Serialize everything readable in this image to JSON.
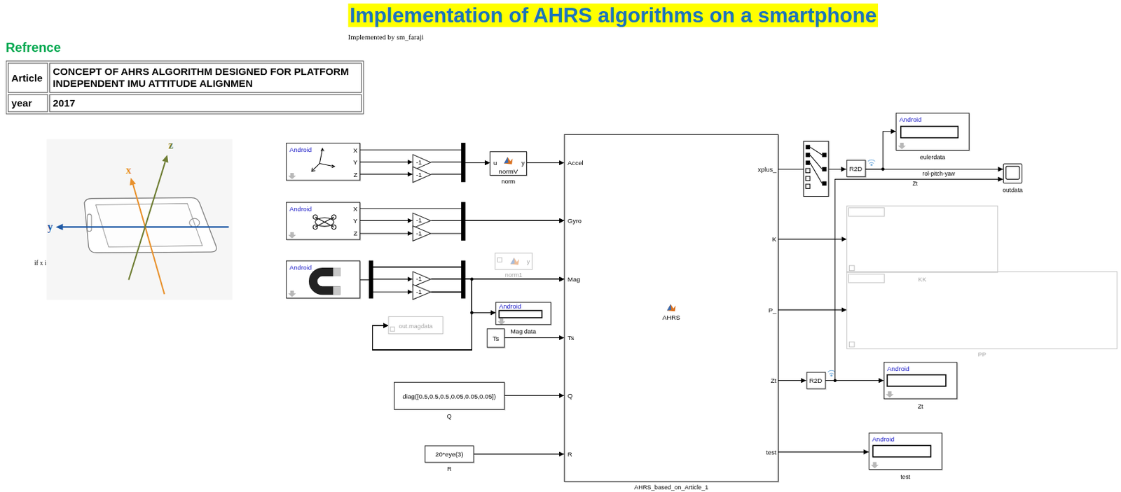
{
  "diagram": {
    "title": "Implementation of AHRS algorithms on a smartphone",
    "nodes": [
      {
        "text": [
          "Android",
          "X",
          "Y",
          "Z"
        ]
      },
      {
        "text": [
          "-1"
        ]
      },
      {
        "text": [
          "-1"
        ]
      },
      {
        "text": [
          "u",
          "y",
          "normV",
          "norm"
        ]
      },
      {
        "text": [
          "Android",
          "X",
          "Y",
          "Z"
        ]
      },
      {
        "text": [
          "-1"
        ]
      },
      {
        "text": [
          "-1"
        ]
      },
      {
        "text": [
          "Android"
        ]
      },
      {
        "text": [
          "-1"
        ]
      },
      {
        "text": [
          "-1"
        ]
      },
      {
        "text": [
          "y",
          "norm1"
        ]
      },
      {
        "text": [
          "Android",
          "Mag data"
        ]
      },
      {
        "text": [
          "out.magdata"
        ]
      },
      {
        "text": [
          "Ts"
        ]
      },
      {
        "text": [
          "diag([0.5,0.5,0.5,0.05,0.05,0.05])",
          "Q"
        ]
      },
      {
        "text": [
          "20*eye(3)",
          "R"
        ]
      },
      {
        "text": [
          "Accel",
          "Gyro",
          "Mag",
          "Ts",
          "Q",
          "R",
          "xplus_",
          "K",
          "P_",
          "Zt",
          "test",
          "AHRS",
          "AHRS_based_on_Article_1"
        ]
      },
      {
        "text": [
          "R2D"
        ]
      },
      {
        "text": [
          "Android",
          "eulerdata"
        ]
      },
      {
        "text": [
          "outdata"
        ]
      },
      {
        "text": [
          "KK"
        ]
      },
      {
        "text": [
          "PP"
        ]
      },
      {
        "text": [
          "R2D"
        ]
      },
      {
        "text": [
          "Android",
          "Zt"
        ]
      },
      {
        "text": [
          "Android",
          "test"
        ]
      }
    ],
    "edges": [
      {
        "from": 0,
        "to": 1,
        "arrow": "to"
      },
      {
        "from": 0,
        "to": 2,
        "arrow": "to"
      },
      {
        "from": 0,
        "to": 3,
        "arrow": "to"
      },
      {
        "from": 1,
        "to": 3,
        "arrow": "to"
      },
      {
        "from": 2,
        "to": 3,
        "arrow": "to"
      },
      {
        "from": 3,
        "to": 16,
        "arrow": "to"
      },
      {
        "from": 4,
        "to": 5,
        "arrow": "to"
      },
      {
        "from": 4,
        "to": 6,
        "arrow": "to"
      },
      {
        "from": 4,
        "to": 16,
        "arrow": "to"
      },
      {
        "from": 5,
        "to": 16,
        "arrow": "to"
      },
      {
        "from": 6,
        "to": 16,
        "arrow": "to"
      },
      {
        "from": 7,
        "to": 8,
        "arrow": "to"
      },
      {
        "from": 7,
        "to": 9,
        "arrow": "to"
      },
      {
        "from": 7,
        "to": 16,
        "arrow": "to"
      },
      {
        "from": 8,
        "to": 16,
        "arrow": "to"
      },
      {
        "from": 9,
        "to": 16,
        "arrow": "to"
      },
      {
        "from": 7,
        "to": 11,
        "arrow": "to"
      },
      {
        "from": 8,
        "to": 11,
        "arrow": "to"
      },
      {
        "from": 9,
        "to": 11,
        "arrow": "to"
      },
      {
        "from": 7,
        "to": 12,
        "arrow": "to"
      },
      {
        "from": 8,
        "to": 12,
        "arrow": "to"
      },
      {
        "from": 9,
        "to": 12,
        "arrow": "to"
      },
      {
        "from": 13,
        "to": 16,
        "arrow": "to"
      },
      {
        "from": 14,
        "to": 16,
        "arrow": "to"
      },
      {
        "from": 15,
        "to": 16,
        "arrow": "to"
      },
      {
        "from": 16,
        "to": 17,
        "arrow": "to"
      },
      {
        "from": 17,
        "to": 18,
        "arrow": "to"
      },
      {
        "from": 17,
        "to": 19,
        "label": "rol-pitch-yaw",
        "arrow": "to"
      },
      {
        "from": 16,
        "to": 20,
        "arrow": "to"
      },
      {
        "from": 16,
        "to": 21,
        "arrow": "to"
      },
      {
        "from": 16,
        "to": 22,
        "arrow": "to"
      },
      {
        "from": 22,
        "to": 23,
        "arrow": "to"
      },
      {
        "from": 22,
        "to": 19,
        "label": "Zt",
        "arrow": "to"
      },
      {
        "from": 16,
        "to": 24,
        "arrow": "to"
      }
    ],
    "labels": [
      "Implemented by sm_faraji",
      "Refrence",
      "Article",
      "CONCEPT OF AHRS ALGORITHM DESIGNED FOR PLATFORM INDEPENDENT IMU ATTITUDE ALIGNMEN",
      "year",
      "2017",
      "z",
      "x",
      "y",
      "if x i"
    ]
  }
}
